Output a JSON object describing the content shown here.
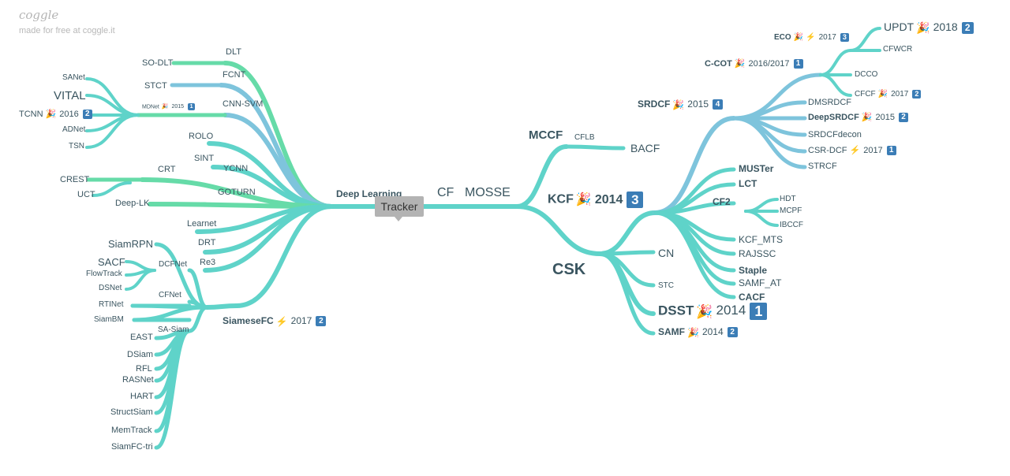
{
  "brand": {
    "logo": "coggle",
    "subtitle": "made for free at coggle.it"
  },
  "root": "Tracker",
  "colors": {
    "teal": "#5fd3c9",
    "green": "#66dba8",
    "blue": "#7ec4dc",
    "steel": "#8ab7d6",
    "badge": "#3b7db6"
  },
  "nodes": {
    "dl": {
      "text": "Deep Learning"
    },
    "cf": {
      "text": "CF"
    },
    "mosse": {
      "text": "MOSSE"
    },
    "mccf": {
      "text": "MCCF"
    },
    "cflb": {
      "text": "CFLB"
    },
    "bacf": {
      "text": "BACF"
    },
    "kcf": {
      "text": "KCF",
      "year": "2014",
      "badge": "3",
      "icon": "party-popper-icon"
    },
    "csk": {
      "text": "CSK"
    },
    "cn": {
      "text": "CN"
    },
    "stc": {
      "text": "STC"
    },
    "dsst": {
      "text": "DSST",
      "year": "2014",
      "badge": "1",
      "icon": "party-popper-icon"
    },
    "samf": {
      "text": "SAMF",
      "year": "2014",
      "badge": "2",
      "icon": "party-popper-icon"
    },
    "srdcf": {
      "text": "SRDCF",
      "year": "2015",
      "badge": "4",
      "icon": "party-popper-icon"
    },
    "ccot": {
      "text": "C-COT",
      "year": "2016/2017",
      "badge": "1",
      "icon": "party-popper-icon"
    },
    "eco": {
      "text": "ECO",
      "year": "2017",
      "badge": "3",
      "icon": "party-popper-icon",
      "icon2": "lightning-icon"
    },
    "updt": {
      "text": "UPDT",
      "year": "2018",
      "badge": "2",
      "icon": "party-popper-icon"
    },
    "cfwcr": {
      "text": "CFWCR"
    },
    "dcco": {
      "text": "DCCO"
    },
    "cfcf": {
      "text": "CFCF",
      "year": "2017",
      "badge": "2",
      "icon": "party-popper-icon"
    },
    "dmsrdcf": {
      "text": "DMSRDCF"
    },
    "deepsrdcf": {
      "text": "DeepSRDCF",
      "year": "2015",
      "badge": "2",
      "icon": "party-popper-icon"
    },
    "srdcfdecon": {
      "text": "SRDCFdecon"
    },
    "csrdcf": {
      "text": "CSR-DCF",
      "year": "2017",
      "badge": "1",
      "icon": "lightning-icon"
    },
    "strcf": {
      "text": "STRCF"
    },
    "muster": {
      "text": "MUSTer"
    },
    "lct": {
      "text": "LCT"
    },
    "cf2": {
      "text": "CF2"
    },
    "hdt": {
      "text": "HDT"
    },
    "mcpf": {
      "text": "MCPF"
    },
    "ibccf": {
      "text": "IBCCF"
    },
    "kcfmts": {
      "text": "KCF_MTS"
    },
    "rajssc": {
      "text": "RAJSSC"
    },
    "staple": {
      "text": "Staple"
    },
    "samfat": {
      "text": "SAMF_AT"
    },
    "cacf": {
      "text": "CACF"
    },
    "dlt": {
      "text": "DLT"
    },
    "sodlt": {
      "text": "SO-DLT"
    },
    "fcnt": {
      "text": "FCNT"
    },
    "stct": {
      "text": "STCT"
    },
    "cnnsvm": {
      "text": "CNN-SVM"
    },
    "mdnet": {
      "text": "MDNet",
      "year": "2015",
      "badge": "1",
      "icon": "party-popper-icon"
    },
    "sanet": {
      "text": "SANet"
    },
    "vital": {
      "text": "VITAL"
    },
    "tcnn": {
      "text": "TCNN",
      "year": "2016",
      "badge": "2",
      "icon": "party-popper-icon"
    },
    "adnet": {
      "text": "ADNet"
    },
    "tsn": {
      "text": "TSN"
    },
    "rolo": {
      "text": "ROLO"
    },
    "sint": {
      "text": "SINT"
    },
    "ycnn": {
      "text": "YCNN"
    },
    "crt": {
      "text": "CRT"
    },
    "crest": {
      "text": "CREST"
    },
    "uct": {
      "text": "UCT"
    },
    "goturn": {
      "text": "GOTURN"
    },
    "deeplk": {
      "text": "Deep-LK"
    },
    "learnet": {
      "text": "Learnet"
    },
    "drt": {
      "text": "DRT"
    },
    "re3": {
      "text": "Re3"
    },
    "siamesefc": {
      "text": "SiameseFC",
      "year": "2017",
      "badge": "2",
      "icon": "lightning-icon"
    },
    "siamrpn": {
      "text": "SiamRPN"
    },
    "dcfnet": {
      "text": "DCFNet"
    },
    "sacf": {
      "text": "SACF"
    },
    "flowtrack": {
      "text": "FlowTrack"
    },
    "dsnet": {
      "text": "DSNet"
    },
    "cfnet": {
      "text": "CFNet"
    },
    "rtinet": {
      "text": "RTINet"
    },
    "siambm": {
      "text": "SiamBM"
    },
    "sasiam": {
      "text": "SA-Siam"
    },
    "east": {
      "text": "EAST"
    },
    "dsiam": {
      "text": "DSiam"
    },
    "rfl": {
      "text": "RFL"
    },
    "rasnet": {
      "text": "RASNet"
    },
    "hart": {
      "text": "HART"
    },
    "structsiam": {
      "text": "StructSiam"
    },
    "memtrack": {
      "text": "MemTrack"
    },
    "siamfctri": {
      "text": "SiamFC-tri"
    }
  }
}
